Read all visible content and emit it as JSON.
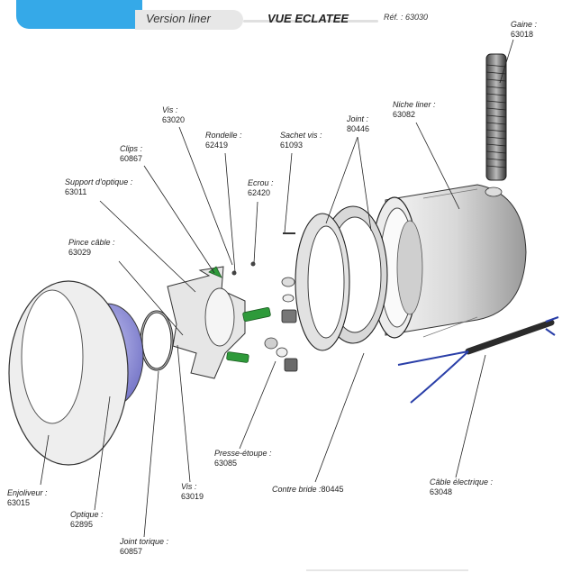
{
  "header": {
    "version": "Version liner",
    "view": "VUE ECLATEE",
    "ref": "Réf. : 63030"
  },
  "parts": [
    {
      "key": "gaine",
      "name": "Gaine :",
      "code": "63018"
    },
    {
      "key": "niche",
      "name": "Niche liner :",
      "code": "63082"
    },
    {
      "key": "joint",
      "name": "Joint :",
      "code": "80446"
    },
    {
      "key": "sachet",
      "name": "Sachet vis :",
      "code": "61093"
    },
    {
      "key": "rondelle",
      "name": "Rondelle :",
      "code": "62419"
    },
    {
      "key": "vis1",
      "name": "Vis :",
      "code": "63020"
    },
    {
      "key": "clips",
      "name": "Clips :",
      "code": "60867"
    },
    {
      "key": "support",
      "name": "Support d'optique :",
      "code": "63011"
    },
    {
      "key": "ecrou",
      "name": "Ecrou :",
      "code": "62420"
    },
    {
      "key": "pince",
      "name": "Pince câble :",
      "code": "63029"
    },
    {
      "key": "presse",
      "name": "Presse-étoupe :",
      "code": "63085"
    },
    {
      "key": "contre",
      "name": "Contre bride :",
      "code": "80445"
    },
    {
      "key": "cable",
      "name": "Câble électrique :",
      "code": "63048"
    },
    {
      "key": "vis2",
      "name": "Vis :",
      "code": "63019"
    },
    {
      "key": "enjoliveur",
      "name": "Enjoliveur :",
      "code": "63015"
    },
    {
      "key": "optique",
      "name": "Optique :",
      "code": "62895"
    },
    {
      "key": "joint_torique",
      "name": "Joint torique :",
      "code": "60857"
    }
  ],
  "colors": {
    "accent": "#35a9e8",
    "lamp": "#8e8ed8",
    "clip": "#2e9a3a",
    "cable_wire": "#2a3fa8"
  }
}
